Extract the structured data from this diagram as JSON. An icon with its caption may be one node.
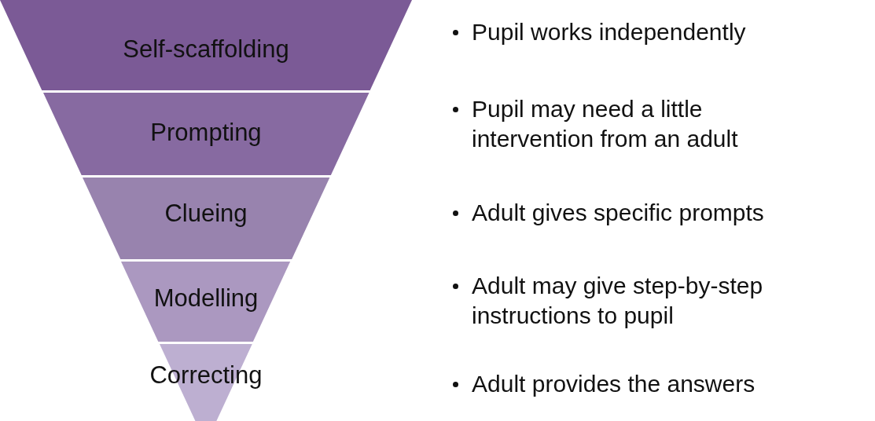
{
  "diagram": {
    "nodes": [
      {
        "text": [
          "Self-scaffolding"
        ]
      },
      {
        "text": [
          "Prompting"
        ]
      },
      {
        "text": [
          "Clueing"
        ]
      },
      {
        "text": [
          "Modelling"
        ]
      },
      {
        "text": [
          "Correcting"
        ]
      }
    ],
    "labels": [
      "Pupil works independently",
      "Pupil may need a little intervention from an adult",
      "Adult gives specific prompts",
      "Adult may give step-by-step instructions to pupil",
      "Adult provides the answers"
    ]
  }
}
